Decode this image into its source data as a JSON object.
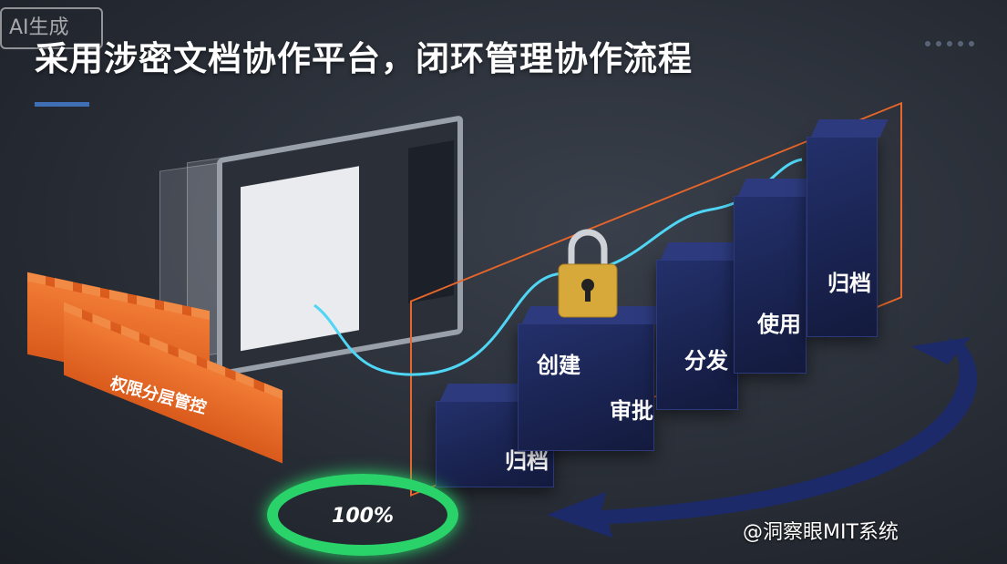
{
  "badge": "AI生成",
  "title": "采用涉密文档协作平台，闭环管理协作流程",
  "wall_label": "权限分层管控",
  "blocks": [
    "归档",
    "创建",
    "审批",
    "分发",
    "使用",
    "归档"
  ],
  "progress_label": "100%",
  "progress": 100,
  "watermark": "@洞察眼MIT系统",
  "colors": {
    "accent_blue": "#3f6fb5",
    "wall_orange": "#e8662a",
    "ring_green": "#2ad36a",
    "block_navy": "#1c2657",
    "flow_line": "#4fd6f5"
  }
}
